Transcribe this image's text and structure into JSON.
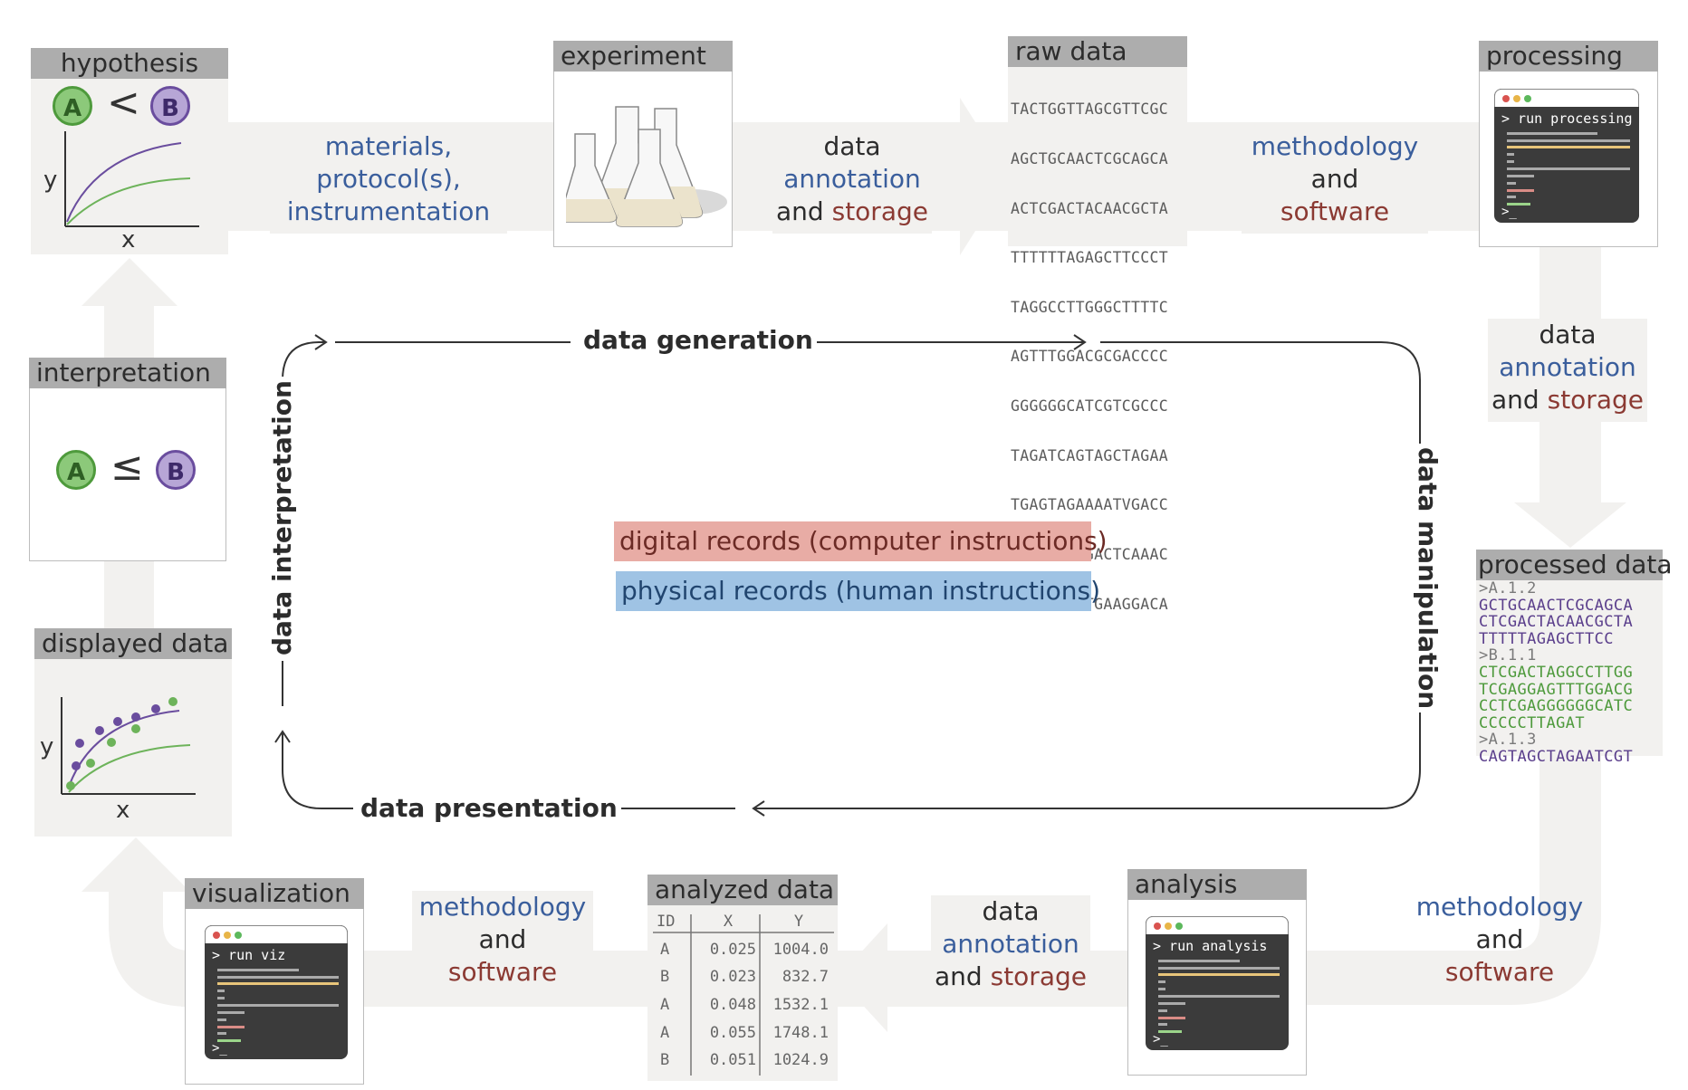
{
  "stages": {
    "hypothesis": "hypothesis",
    "experiment": "experiment",
    "raw_data": "raw data",
    "processing": "processing",
    "processed_data": "processed data",
    "analysis": "analysis",
    "analyzed_data": "analyzed data",
    "visualization": "visualization",
    "displayed_data": "displayed data",
    "interpretation": "interpretation"
  },
  "connectors": {
    "materials": [
      "materials,",
      "protocol(s),",
      "instrumentation"
    ],
    "data_word": "data",
    "annotation_word": "annotation",
    "and_word": "and",
    "storage_word": "storage",
    "methodology_word": "methodology",
    "software_word": "software"
  },
  "hypothesis_plot": {
    "a": "A",
    "b": "B",
    "relation": "<",
    "y": "y",
    "x": "x"
  },
  "interpretation_panel": {
    "a": "A",
    "b": "B",
    "relation": "≤"
  },
  "displayed_plot": {
    "y": "y",
    "x": "x"
  },
  "raw_sequences": [
    "TACTGGTTAGCGTTCGC",
    "AGCTGCAACTCGCAGCA",
    "ACTCGACTACAACGCTA",
    "TTTTTTAGAGCTTCCCT",
    "TAGGCCTTGGGCTTTTC",
    "AGTTTGGACGCGACCCC",
    "GGGGGGCATCGTCGCCC",
    "TAGATCAGTAGCTAGAA",
    "TGAGTAGAAAATVGACC",
    "CTCGACTAGACTCAAAC",
    "AGACCAGATGAAGGACA"
  ],
  "processed_sequences": [
    {
      "text": ">A.1.2",
      "color": "#7a7a7a"
    },
    {
      "text": "GCTGCAACTCGCAGCA",
      "color": "#5b3f8c"
    },
    {
      "text": "CTCGACTACAACGCTA",
      "color": "#5b3f8c"
    },
    {
      "text": "TTTTTAGAGCTTCC",
      "color": "#5b3f8c"
    },
    {
      "text": ">B.1.1",
      "color": "#7a7a7a"
    },
    {
      "text": "CTCGACTAGGCCTTGG",
      "color": "#4e9a3c"
    },
    {
      "text": "TCGAGGAGTTTGGACG",
      "color": "#4e9a3c"
    },
    {
      "text": "CCTCGAGGGGGGCATC",
      "color": "#4e9a3c"
    },
    {
      "text": "CCCCCTTAGAT",
      "color": "#4e9a3c"
    },
    {
      "text": ">A.1.3",
      "color": "#7a7a7a"
    },
    {
      "text": "CAGTAGCTAGAATCGT",
      "color": "#5b3f8c"
    }
  ],
  "terminals": {
    "processing": "> run processing",
    "analysis": "> run analysis",
    "visualization": "> run viz",
    "prompt": ">_"
  },
  "analyzed_table": {
    "headers": [
      "ID",
      "X",
      "Y"
    ],
    "rows": [
      [
        "A",
        "0.025",
        "1004.0"
      ],
      [
        "B",
        "0.023",
        "832.7"
      ],
      [
        "A",
        "0.048",
        "1532.1"
      ],
      [
        "A",
        "0.055",
        "1748.1"
      ],
      [
        "B",
        "0.051",
        "1024.9"
      ]
    ]
  },
  "cycle": {
    "generation": "data generation",
    "manipulation": "data manipulation",
    "presentation": "data presentation",
    "interpretation": "data interpretation"
  },
  "legend": {
    "digital": "digital records (computer instructions)",
    "physical": "physical records (human instructions)"
  },
  "colors": {
    "blue_text": "#3a5e9c",
    "red_text": "#8b3a33",
    "digital_bg": "#e8aca5",
    "physical_bg": "#9fc3e4",
    "flow_gray": "#f2f1ef",
    "header_gray": "#adadad",
    "purple_series": "#6a4d9e",
    "green_series": "#6db35a"
  },
  "icons": [
    "flask-icon",
    "terminal-icon",
    "circle-a-icon",
    "circle-b-icon"
  ]
}
